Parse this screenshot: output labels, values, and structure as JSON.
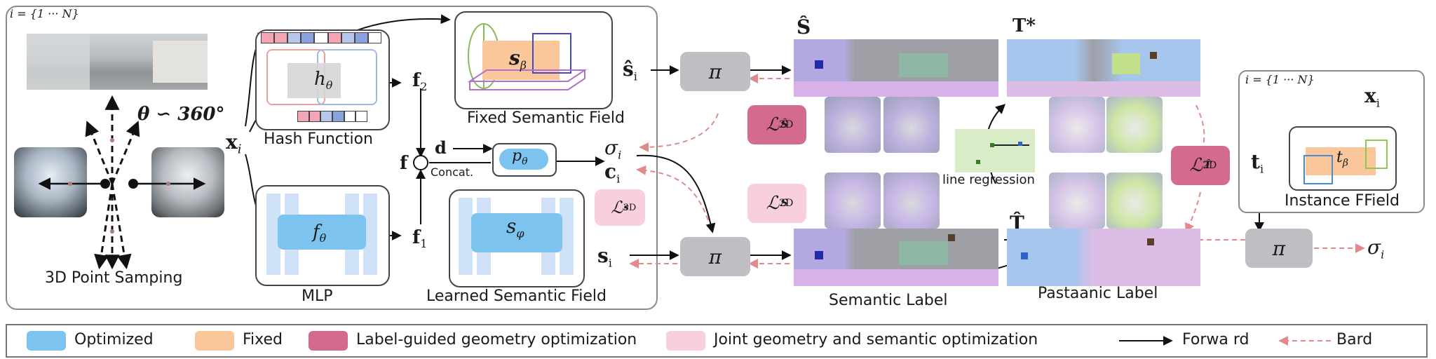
{
  "colors": {
    "optimized": "#7cc3f0",
    "fixed": "#f9c79a",
    "label_guided": "#d46b8e",
    "joint": "#f9cfdc",
    "pi_box": "#bfbfc3"
  },
  "left_panel": {
    "index_label": "i = {1 ··· N}",
    "sampling_label": "3D Point Samping",
    "theta_label": "θ ∽ 360°",
    "x_label": "x",
    "x_sub": "i"
  },
  "hash": {
    "label": "Hash Function",
    "h_label": "h",
    "h_sub": "θ",
    "out": "f",
    "out_sub": "2"
  },
  "mlp": {
    "label": "MLP",
    "f_label": "f",
    "f_sub": "θ",
    "out": "f",
    "out_sub": "1"
  },
  "fixed_field": {
    "label": "Fixed Semantic Field",
    "s_label": "s",
    "s_sub": "β",
    "out": "ŝ",
    "out_sub": "i"
  },
  "learned_field": {
    "label": "Learned Semantic Field",
    "s_label": "s",
    "s_sub": "φ",
    "out": "s",
    "out_sub": "i",
    "loss": "ℒ",
    "loss_sup": "3D",
    "loss_sub": "s"
  },
  "decoder": {
    "f": "f",
    "d": "d",
    "concat": "Concat.",
    "p_label": "p",
    "p_sub": "θ",
    "sigma": "σ",
    "sigma_sub": "i",
    "c": "c",
    "c_sub": "i"
  },
  "render": {
    "pi": "π"
  },
  "middle": {
    "s_hat": "Ŝ",
    "t_star": "T*",
    "s_label": "S",
    "t_hat": "T̂",
    "loss_shat": "ℒ",
    "loss_shat_sup": "2D",
    "loss_shat_sub": "Ŝ",
    "loss_s": "ℒ",
    "loss_s_sup": "2D",
    "loss_s_sub": "S",
    "loss_t": "ℒ",
    "loss_t_sup": "2D",
    "loss_t_sub": "T̂",
    "line_regression": "line regression",
    "semantic_caption": "Semantic Label",
    "panoptic_caption": "Pastaanic Label"
  },
  "instance": {
    "index_label": "i = {1 ··· N}",
    "x": "x",
    "x_sub": "i",
    "t": "t",
    "t_sub": "i",
    "t_beta": "t",
    "t_beta_sub": "β",
    "label": "Instance FField",
    "sigma": "σ",
    "sigma_sub": "i"
  },
  "legend": {
    "optimized": "Optimized",
    "fixed": "Fixed",
    "label_guided": "Label-guided geometry optimization",
    "joint": "Joint geometry and semantic optimization",
    "forward": "Forwa rd",
    "backward": "Bard"
  }
}
